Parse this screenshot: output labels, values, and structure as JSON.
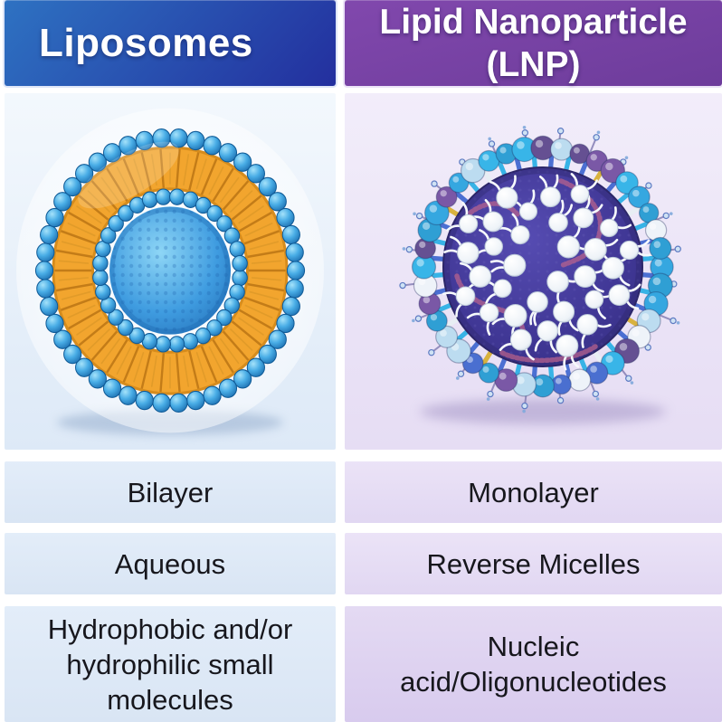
{
  "headers": {
    "left": {
      "title": "Liposomes",
      "bg_from": "#2e72c2",
      "bg_to": "#232f9e"
    },
    "right": {
      "title": "Lipid Nanoparticle (LNP)",
      "bg_from": "#8148ad",
      "bg_to": "#6d3c9b"
    }
  },
  "comparison_rows": [
    {
      "left": "Bilayer",
      "right": "Monolayer"
    },
    {
      "left": "Aqueous",
      "right": "Reverse Micelles"
    },
    {
      "left": "Hydrophobic and/or hydrophilic small molecules",
      "right": "Nucleic acid/Oligonucleotides"
    }
  ],
  "illustrations": {
    "liposome": {
      "name": "liposome-cross-section",
      "panel_bg_top": "#f3f8fd",
      "panel_bg_bottom": "#dde9f7",
      "head_bead_light": "#a5e2fa",
      "head_bead_mid": "#49ade6",
      "head_bead_dark": "#1565a8",
      "bead_outline": "#0f5a96",
      "tail_band": "#f2a52e",
      "tail_stripe": "#bf7816",
      "tail_stripe_light": "#e09a29",
      "band_edge": "#d68c1d",
      "core_light": "#8ed6f6",
      "core_mid": "#3f9ce0",
      "core_dark": "#1e67b0",
      "core_dot": "#1a5ea9",
      "shadow": "#8fa8c9"
    },
    "lnp": {
      "name": "lipid-nanoparticle",
      "panel_bg_top": "#f2edfa",
      "panel_bg_bottom": "#e6ddf4",
      "body_light": "#564cb2",
      "body_mid": "#403795",
      "body_dark": "#332c7e",
      "body_edge": "#2c2668",
      "body_dot": "#6f66c0",
      "micelle_light": "#ffffff",
      "micelle_mid": "#eef3f8",
      "micelle_dark": "#ccd8e4",
      "tail_white": "#f6f9fc",
      "rna_strand": "#b5628d",
      "rod_cyan": "#37b3e6",
      "rod_blue": "#4b6fd2",
      "rod_gold": "#d8b23e",
      "rod_white": "#e8eef4",
      "bead_palette": [
        "#38b5e8",
        "#2f9fd4",
        "#4a6fd0",
        "#7a58a6",
        "#655092",
        "#eef3f9",
        "#bcdcf0",
        "#35a7e0"
      ],
      "antenna": "#8b85b8",
      "antenna_tip": "#cfe2f4",
      "antenna_tip_edge": "#5d7ac2",
      "droplet": "#7fa8dc",
      "shadow": "#9b8cc0"
    }
  }
}
